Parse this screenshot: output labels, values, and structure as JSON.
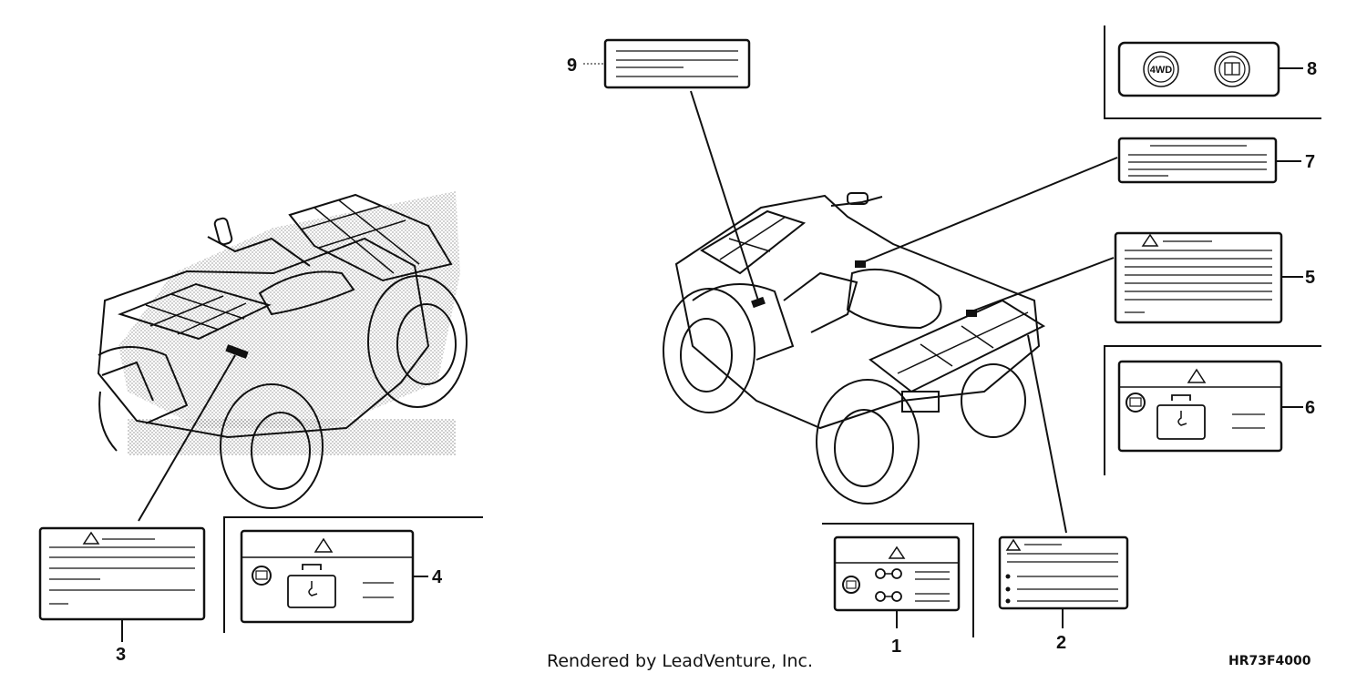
{
  "callouts": {
    "c1": "1",
    "c2": "2",
    "c3": "3",
    "c4": "4",
    "c5": "5",
    "c6": "6",
    "c7": "7",
    "c8": "8",
    "c9": "9"
  },
  "label_8": {
    "left_symbol": "4WD"
  },
  "footer": {
    "credit": "Rendered by LeadVenture, Inc.",
    "diagram_code": "HR73F4000"
  },
  "icons": [
    "warning-triangle-icon",
    "owners-manual-icon",
    "4wd-icon",
    "hook-icon"
  ]
}
